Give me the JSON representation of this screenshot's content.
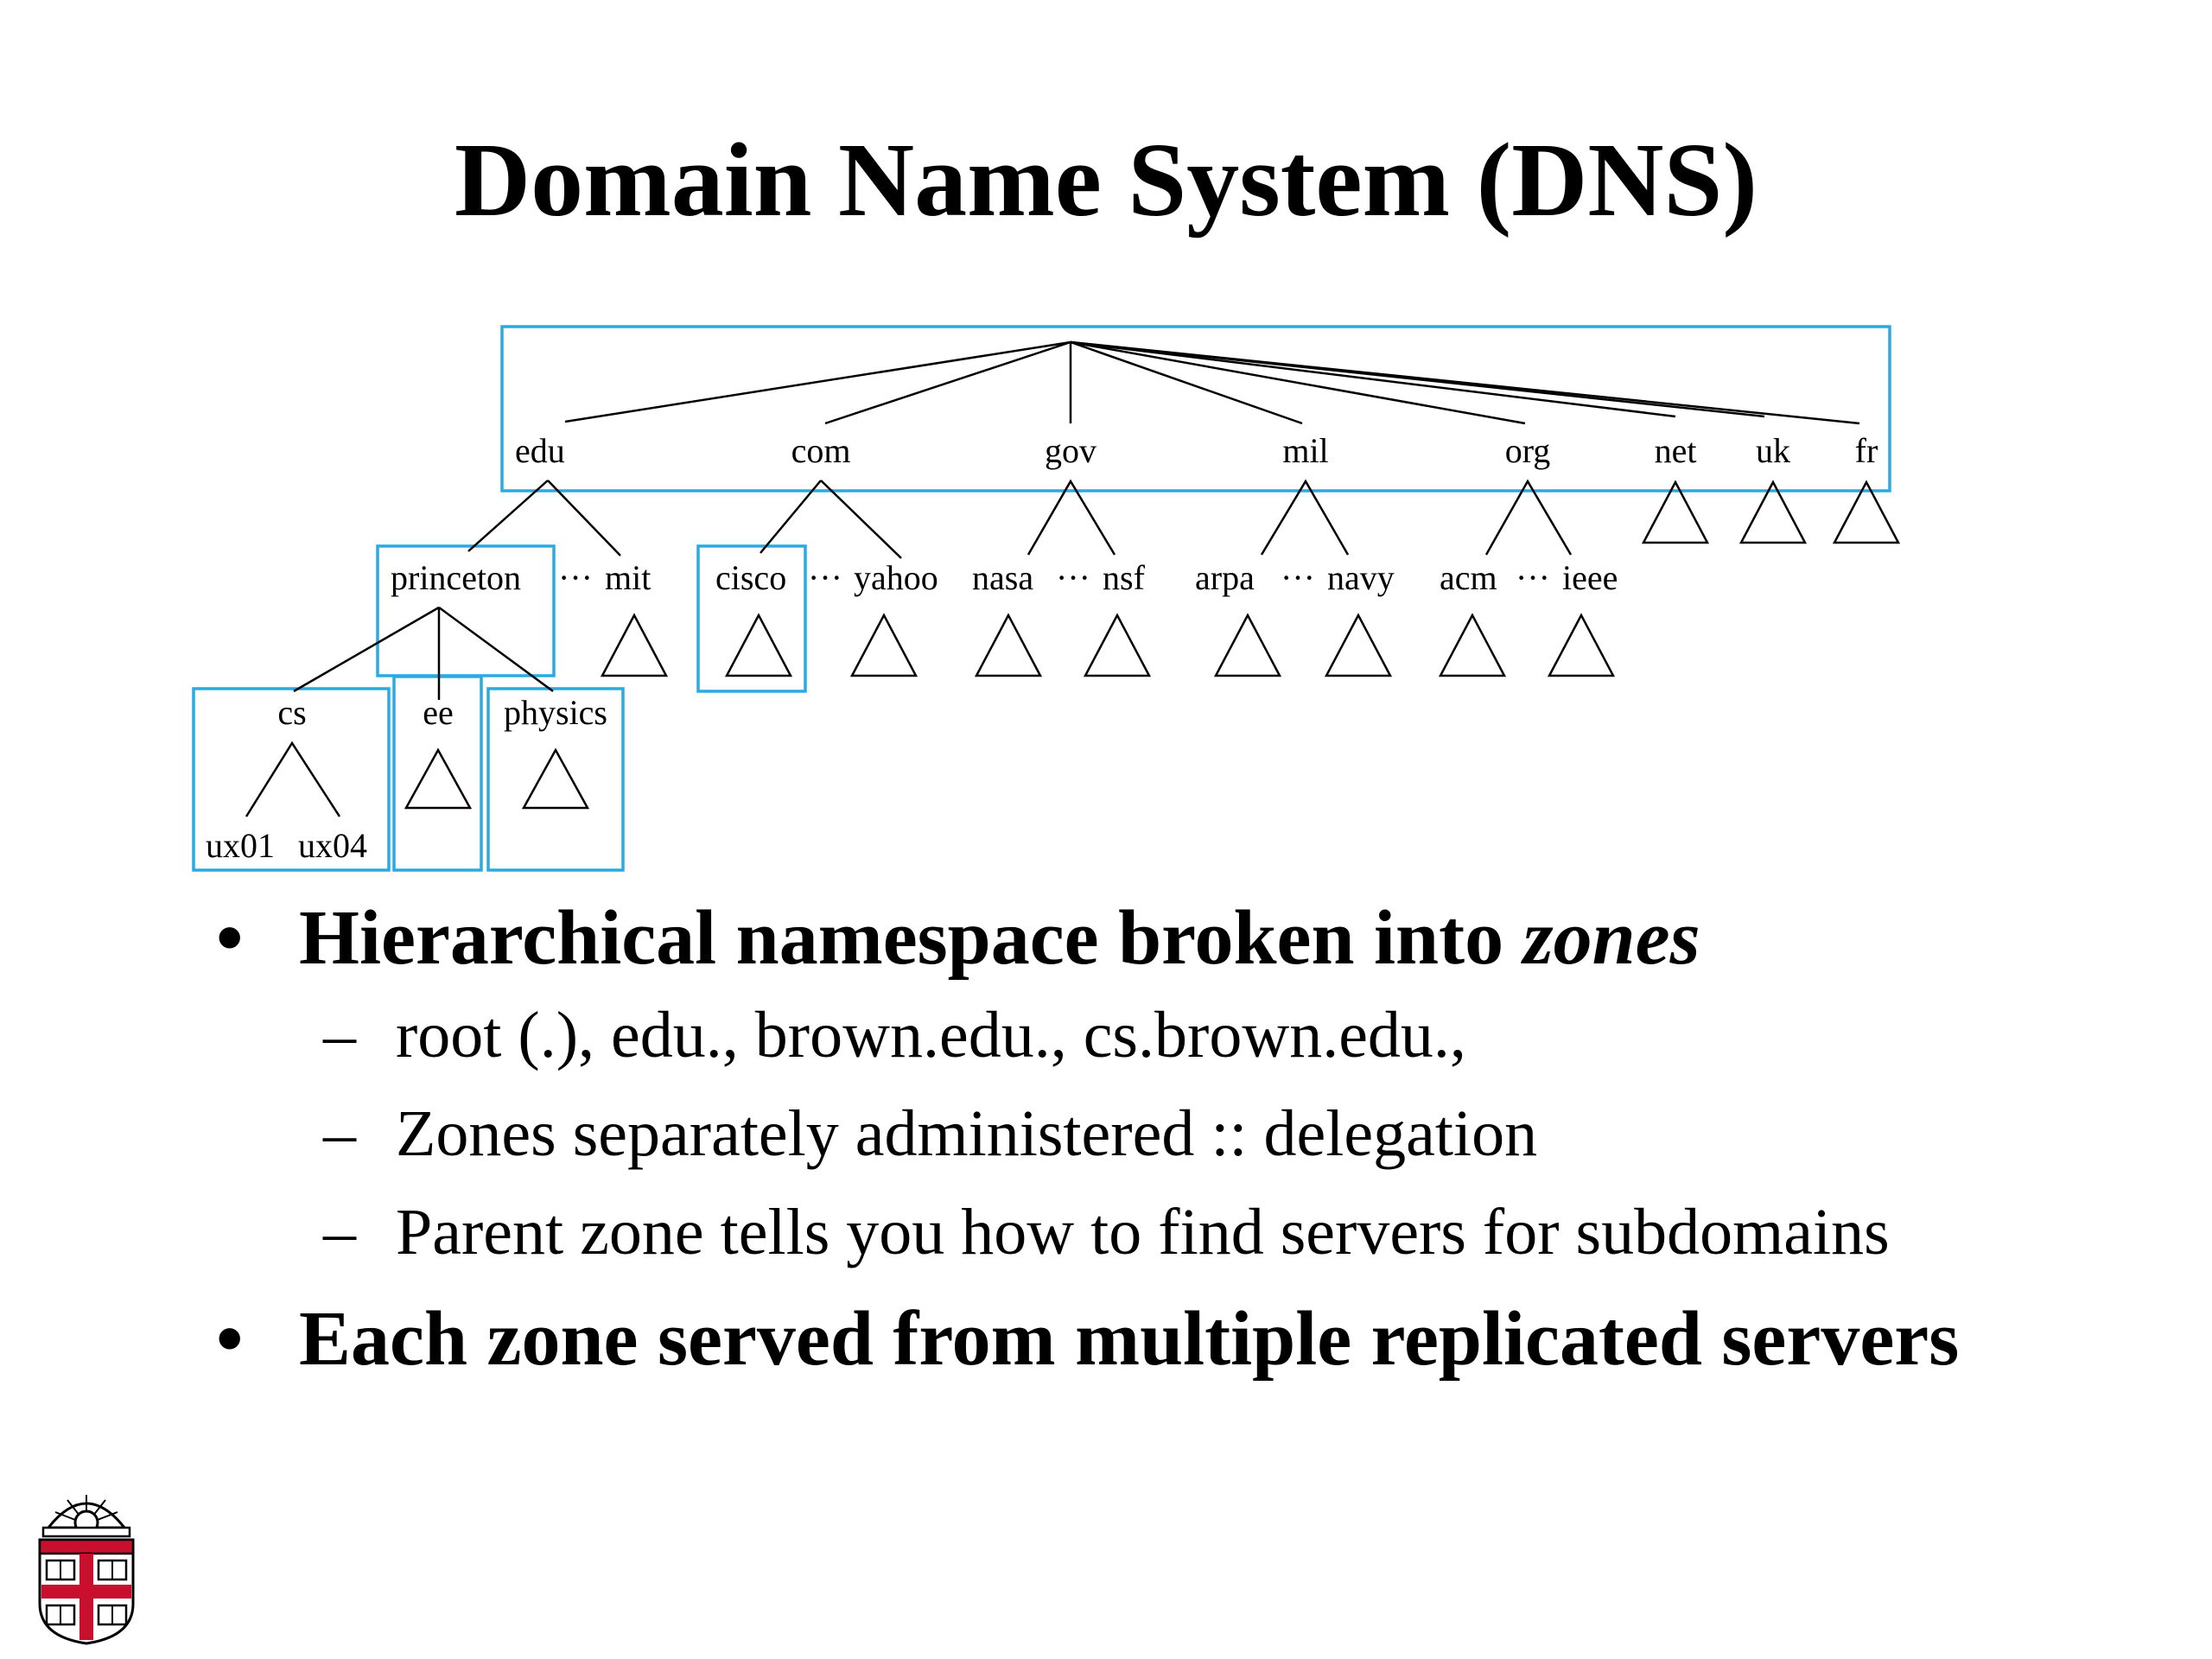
{
  "title": "Domain Name System (DNS)",
  "tree": {
    "root_children": [
      "edu",
      "com",
      "gov",
      "mil",
      "org",
      "net",
      "uk",
      "fr"
    ],
    "second_level": {
      "edu": [
        "princeton",
        "mit"
      ],
      "com": [
        "cisco",
        "yahoo"
      ],
      "gov": [
        "nasa",
        "nsf"
      ],
      "mil": [
        "arpa",
        "navy"
      ],
      "org": [
        "acm",
        "ieee"
      ]
    },
    "ellipsis": "···",
    "princeton_children": [
      "cs",
      "ee",
      "physics"
    ],
    "cs_children": [
      "ux01",
      "ux04"
    ]
  },
  "colors": {
    "zone_border": "#29abe2",
    "text": "#000000",
    "logo_red": "#c8102e"
  },
  "bullets": [
    {
      "text": "Hierarchical namespace broken into ",
      "emph": "zones",
      "subs": [
        "root (.), edu., brown.edu., cs.brown.edu.,",
        "Zones separately administered  :: delegation",
        "Parent zone tells you how to find servers for subdomains"
      ]
    },
    {
      "text": "Each zone served from multiple replicated servers",
      "emph": "",
      "subs": []
    }
  ],
  "bullet_marker": "•",
  "sub_marker": "–",
  "logo_icon": "brown-university-shield-icon"
}
